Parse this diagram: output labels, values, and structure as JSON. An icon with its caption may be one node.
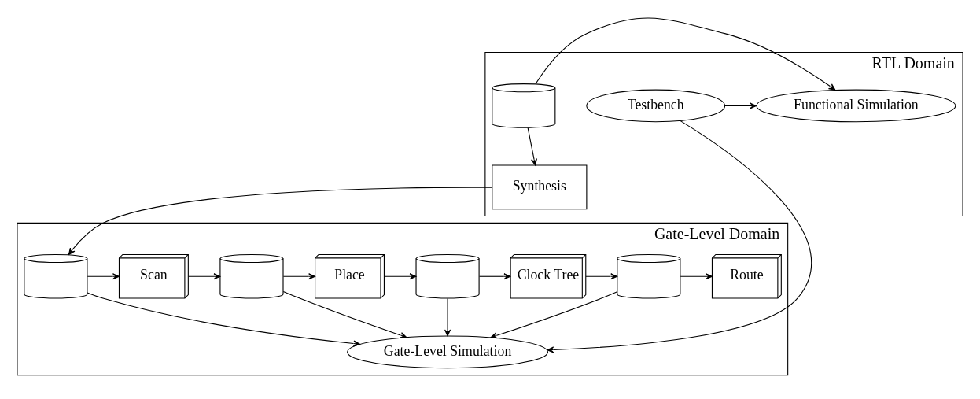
{
  "diagram": {
    "nodes": [
      {
        "text": [
          "RTL Domain"
        ]
      },
      {
        "text": [],
        "shape": "cylinder",
        "in": 0
      },
      {
        "text": [
          "Functional Simulation"
        ],
        "in": 0
      },
      {
        "text": [
          "Testbench"
        ],
        "in": 0
      },
      {
        "text": [
          "Synthesis"
        ],
        "in": 0
      },
      {
        "text": [
          "Gate-Level Domain"
        ]
      },
      {
        "text": [
          "Gate-Level Simulation"
        ],
        "in": 5
      },
      {
        "text": [],
        "shape": "cylinder",
        "in": 5
      },
      {
        "text": [
          "Scan"
        ],
        "in": 5
      },
      {
        "text": [],
        "shape": "cylinder",
        "in": 5
      },
      {
        "text": [
          "Place"
        ],
        "in": 5
      },
      {
        "text": [],
        "shape": "cylinder",
        "in": 5
      },
      {
        "text": [
          "Clock Tree"
        ],
        "in": 5
      },
      {
        "text": [],
        "shape": "cylinder",
        "in": 5
      },
      {
        "text": [
          "Route"
        ],
        "in": 5
      }
    ],
    "edges": [
      {
        "from": 1,
        "to": 2,
        "arrow": "to"
      },
      {
        "from": 3,
        "to": 2,
        "arrow": "to"
      },
      {
        "from": 1,
        "to": 4,
        "arrow": "to"
      },
      {
        "from": 3,
        "to": 6,
        "arrow": "to"
      },
      {
        "from": 4,
        "to": 7,
        "arrow": "to"
      },
      {
        "from": 7,
        "to": 6,
        "arrow": "to"
      },
      {
        "from": 9,
        "to": 6,
        "arrow": "to"
      },
      {
        "from": 11,
        "to": 6,
        "arrow": "to"
      },
      {
        "from": 13,
        "to": 6,
        "arrow": "to"
      },
      {
        "from": 7,
        "to": 8,
        "arrow": "to"
      },
      {
        "from": 8,
        "to": 9,
        "arrow": "to"
      },
      {
        "from": 9,
        "to": 10,
        "arrow": "to"
      },
      {
        "from": 10,
        "to": 11,
        "arrow": "to"
      },
      {
        "from": 11,
        "to": 12,
        "arrow": "to"
      },
      {
        "from": 12,
        "to": 13,
        "arrow": "to"
      },
      {
        "from": 13,
        "to": 14,
        "arrow": "to"
      }
    ]
  }
}
